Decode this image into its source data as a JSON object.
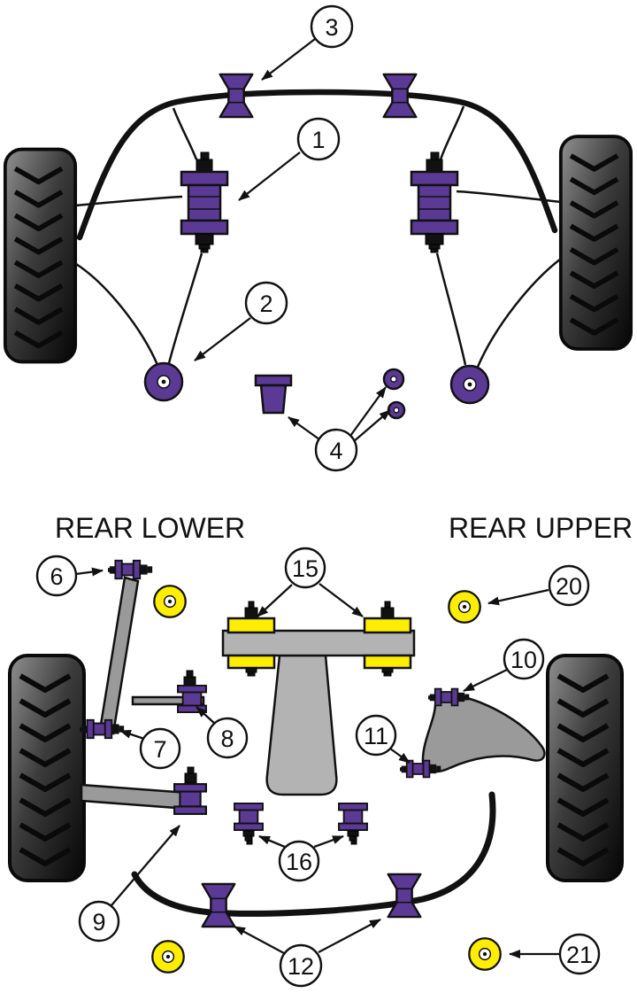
{
  "diagram": {
    "colors": {
      "purple": "#5b3a96",
      "yellow": "#ffee00",
      "arm_gray": "#9a9a9a",
      "frame_gray": "#b3b3b3",
      "ink": "#111111"
    },
    "labels": {
      "rear_lower": "REAR LOWER",
      "rear_upper": "REAR UPPER"
    },
    "callouts": {
      "c1": "1",
      "c2": "2",
      "c3": "3",
      "c4": "4",
      "c6": "6",
      "c7": "7",
      "c8": "8",
      "c9": "9",
      "c10": "10",
      "c11": "11",
      "c12": "12",
      "c15": "15",
      "c16": "16",
      "c20": "20",
      "c21": "21"
    }
  }
}
